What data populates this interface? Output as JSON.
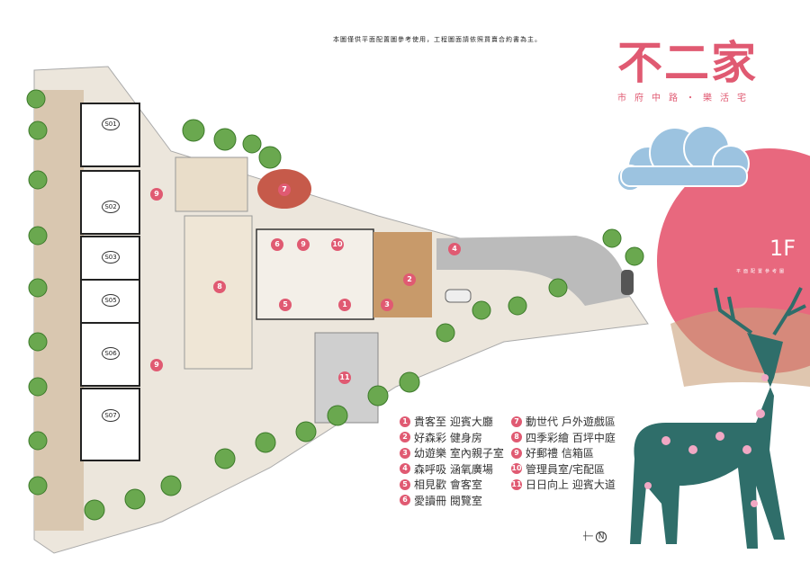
{
  "notice": "本圖僅供平面配置圖參考使用，工程圖面請依照買賣合約書為主。",
  "brand": {
    "title": "不二家",
    "slogan": "市府中路・樂活宅",
    "color": "#e05a72"
  },
  "floor": {
    "label": "1F",
    "subtitle": "平面配置參考圖"
  },
  "units": [
    "S01",
    "S02",
    "S03",
    "S05",
    "S06",
    "S07"
  ],
  "markers": [
    "1",
    "2",
    "3",
    "4",
    "5",
    "6",
    "7",
    "8",
    "9",
    "9",
    "9",
    "10",
    "11"
  ],
  "legend": {
    "left": [
      {
        "num": "1",
        "text": "貴客至 迎賓大廳"
      },
      {
        "num": "2",
        "text": "好森彩 健身房"
      },
      {
        "num": "3",
        "text": "幼遊樂 室內親子室"
      },
      {
        "num": "4",
        "text": "森呼吸 涵氧廣場"
      },
      {
        "num": "5",
        "text": "相見歡 會客室"
      },
      {
        "num": "6",
        "text": "愛讀冊 閱覽室"
      }
    ],
    "right": [
      {
        "num": "7",
        "text": "動世代 戶外遊戲區"
      },
      {
        "num": "8",
        "text": "四季彩繪 百坪中庭"
      },
      {
        "num": "9",
        "text": "好郵禮 信箱區"
      },
      {
        "num": "10",
        "text": "管理員室/宅配區"
      },
      {
        "num": "11",
        "text": "日日向上 迎賓大道"
      }
    ]
  },
  "compass": "N"
}
